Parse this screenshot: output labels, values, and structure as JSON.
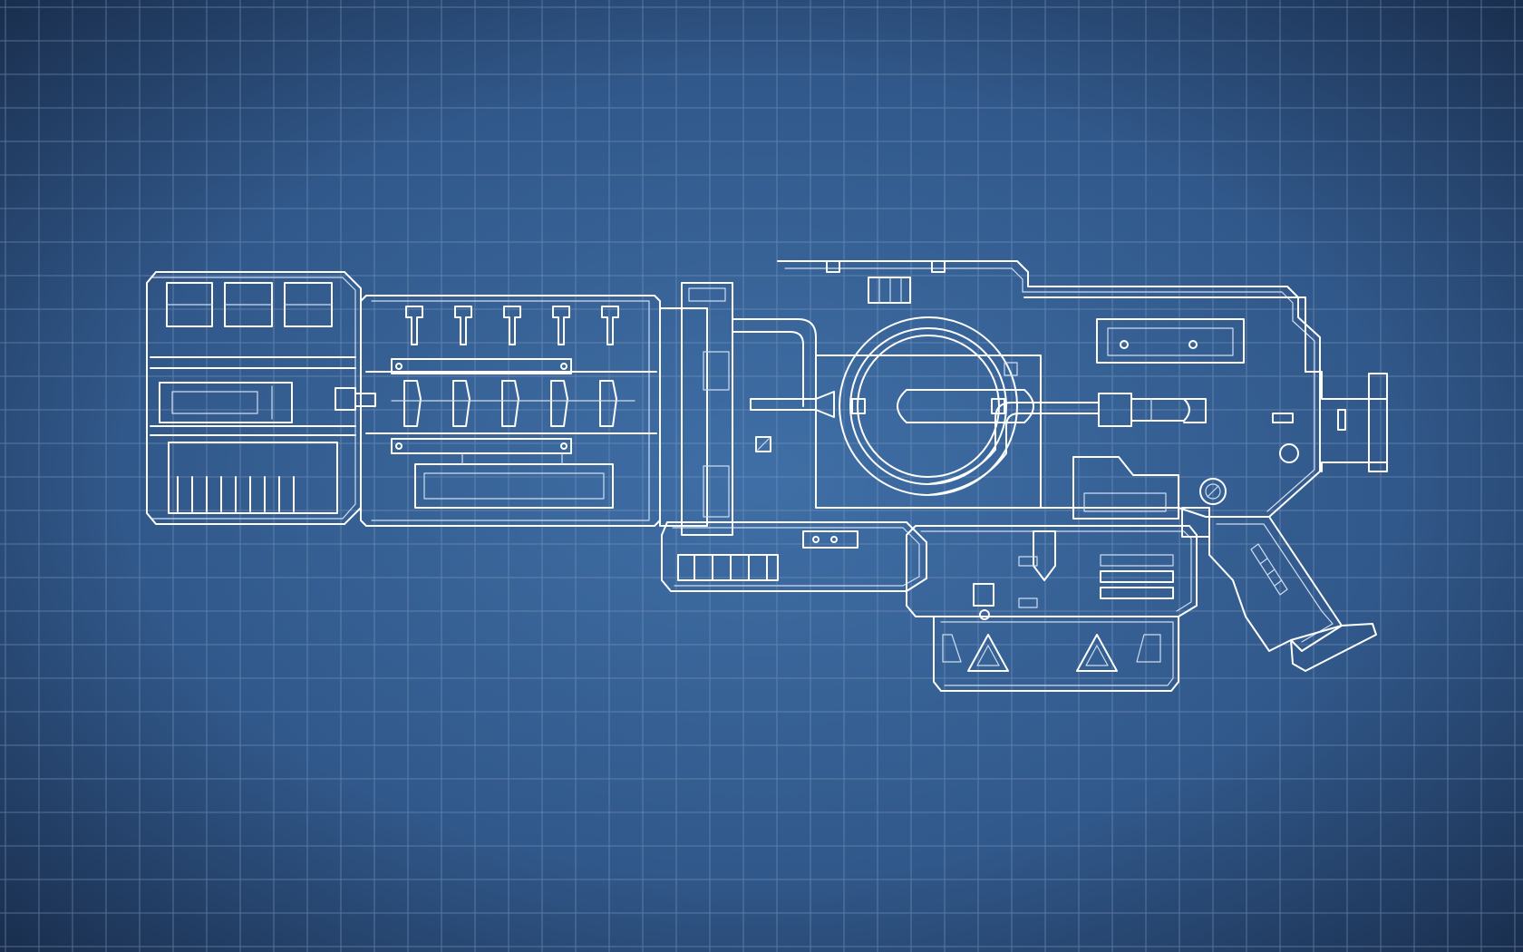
{
  "colors": {
    "background_center": "#3f6fa6",
    "background_mid": "#31588a",
    "background_edge": "#1a2f4f",
    "grid_line": "#7f9dc4",
    "linework": "#ffffff",
    "linework_outer_glow": "#cfdcef"
  },
  "drawing": {
    "subject": "futuristic-blaster-weapon",
    "view": "side-elevation",
    "style": "white-line-blueprint"
  }
}
